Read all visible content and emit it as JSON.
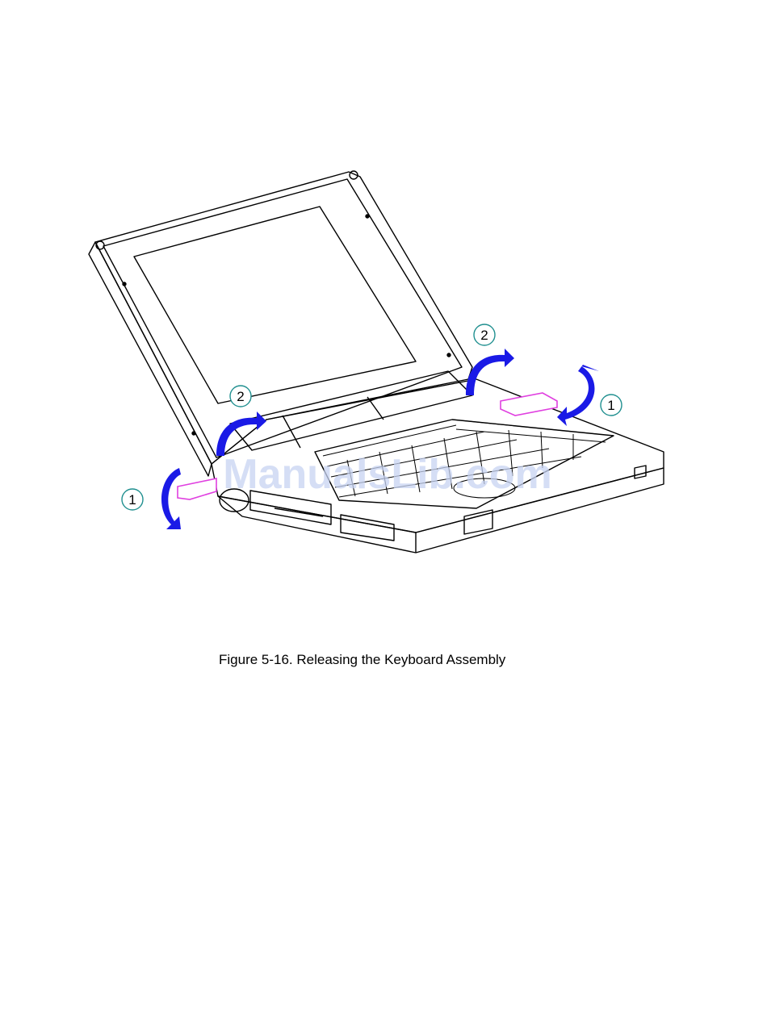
{
  "figure": {
    "caption": "Figure 5-16. Releasing the Keyboard Assembly",
    "watermark": "ManualsLib.com",
    "callouts": [
      {
        "label": "1",
        "side": "left"
      },
      {
        "label": "1",
        "side": "right"
      },
      {
        "label": "2",
        "side": "left"
      },
      {
        "label": "2",
        "side": "right"
      }
    ],
    "colors": {
      "arrow": "#1a1ae6",
      "tab": "#e040e0",
      "callout_ring": "#1f8f8f",
      "line": "#000000"
    }
  }
}
